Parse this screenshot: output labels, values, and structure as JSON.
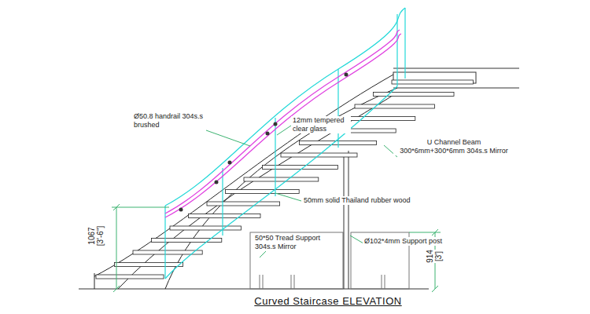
{
  "diagram": {
    "title": "Curved Staircase ELEVATION",
    "labels": [
      "Ø50.8 handrail 304s.s brushed",
      "12mm tempered clear glass",
      "U Channel Beam 300*6mm+300*6mm 304s.s Mirror",
      "50mm solid Thailand rubber wood",
      "50*50 Tread Support 304s.s Mirror",
      "Ø102*4mm Support post",
      "1067",
      "[3'-6\"]",
      "914",
      "[3']"
    ]
  }
}
